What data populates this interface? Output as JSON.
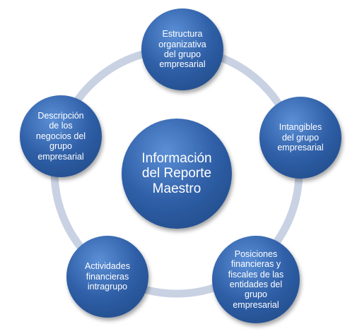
{
  "diagram": {
    "center": {
      "label": "Información\ndel Reporte\nMaestro"
    },
    "nodes": [
      {
        "id": "top",
        "label": "Estructura\norganizativa\ndel grupo\nempresarial"
      },
      {
        "id": "right",
        "label": "Intangibles\ndel grupo\nempresarial"
      },
      {
        "id": "bottom-right",
        "label": "Posiciones\nfinancieras y\nfiscales de las\nentidades del\ngrupo\nempresarial"
      },
      {
        "id": "bottom-left",
        "label": "Actividades\nfinancieras\nintragrupo"
      },
      {
        "id": "left",
        "label": "Descripción\nde los\nnegocios del\ngrupo\nempresarial"
      }
    ],
    "colors": {
      "node_fill": "#2f5fa7",
      "node_highlight": "#5b8fd6",
      "node_edge": "#244f8f",
      "ring": "#c9d2e3",
      "text": "#ffffff"
    }
  }
}
